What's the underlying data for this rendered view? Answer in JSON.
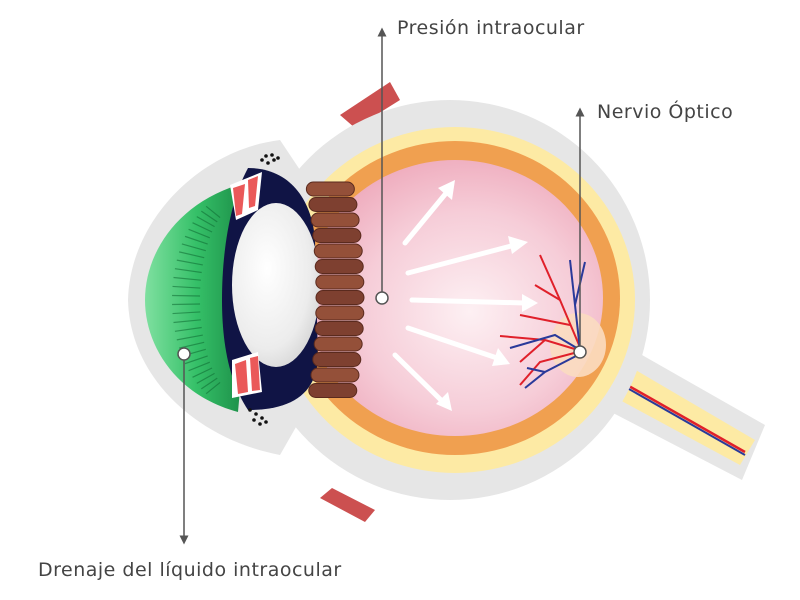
{
  "labels": {
    "pressure": "Presión intraocular",
    "optic_nerve": "Nervio Óptico",
    "drainage": "Drenaje del líquido intraocular"
  },
  "colors": {
    "outer_sclera": "#e6e6e6",
    "sclera_yellow": "#fdeaa4",
    "choroid_orange": "#f0a050",
    "retina_pink": "#f3b9c7",
    "vitreous_center": "#fbe4ea",
    "cornea_green": "#2eb860",
    "iris_navy": "#101445",
    "lens_white": "#f2f2f2",
    "ciliary_brown": "#8c4a35",
    "muscle_red": "#cc5050",
    "optic_disc": "#fbdcc0",
    "artery_red": "#e0202a",
    "vein_blue": "#2a3a9a",
    "arrow_white": "#ffffff",
    "callout_line": "#555555",
    "text": "#444444"
  }
}
